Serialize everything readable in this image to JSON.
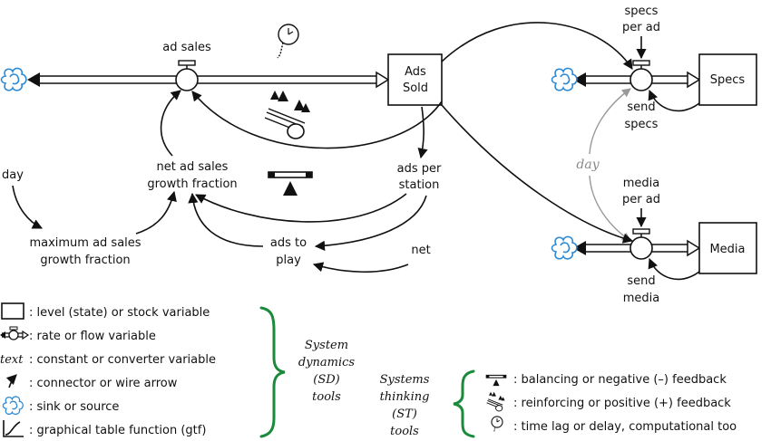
{
  "stocks": {
    "ads_sold": [
      "Ads",
      "Sold"
    ],
    "specs": "Specs",
    "media": "Media"
  },
  "flows": {
    "ad_sales": "ad sales",
    "send_specs": [
      "send",
      "specs"
    ],
    "send_media": [
      "send",
      "media"
    ]
  },
  "variables": {
    "specs_per_ad": [
      "specs",
      "per ad"
    ],
    "media_per_ad": [
      "media",
      "per ad"
    ],
    "net_ad_sales_growth_fraction": [
      "net ad sales",
      "growth fraction"
    ],
    "ads_per_station": [
      "ads per",
      "station"
    ],
    "day_left": "day",
    "day_center": "day",
    "max_ad_sales_growth_fraction": [
      "maximum ad sales",
      "growth fraction"
    ],
    "ads_to_play": [
      "ads to",
      "play"
    ],
    "net": "net"
  },
  "legend_sd": {
    "items": [
      {
        "symbol": "level-box-icon",
        "text": ": level (state) or stock variable"
      },
      {
        "symbol": "flow-valve-icon",
        "text": ": rate or flow variable"
      },
      {
        "symbol": "text",
        "symbol_text": "text",
        "text": ": constant or converter variable"
      },
      {
        "symbol": "connector-arrow-icon",
        "text": ": connector or wire arrow"
      },
      {
        "symbol": "cloud-icon",
        "text": ": sink or source"
      },
      {
        "symbol": "graph-function-icon",
        "text": ": graphical table function (gtf)"
      }
    ],
    "group_label": [
      "System",
      "dynamics",
      "(SD)",
      "tools"
    ]
  },
  "legend_st": {
    "group_label": [
      "Systems",
      "thinking",
      "(ST)",
      "tools"
    ],
    "items": [
      {
        "symbol": "balance-icon",
        "text": ": balancing or negative (–) feedback"
      },
      {
        "symbol": "snowball-icon",
        "text": ": reinforcing or positive (+) feedback"
      },
      {
        "symbol": "clock-icon",
        "text": ": time lag or delay, computational too"
      }
    ]
  },
  "colors": {
    "cloud": "#2b8ad6",
    "brace": "#1b8a3a",
    "day_center": "#8a8a8a"
  }
}
